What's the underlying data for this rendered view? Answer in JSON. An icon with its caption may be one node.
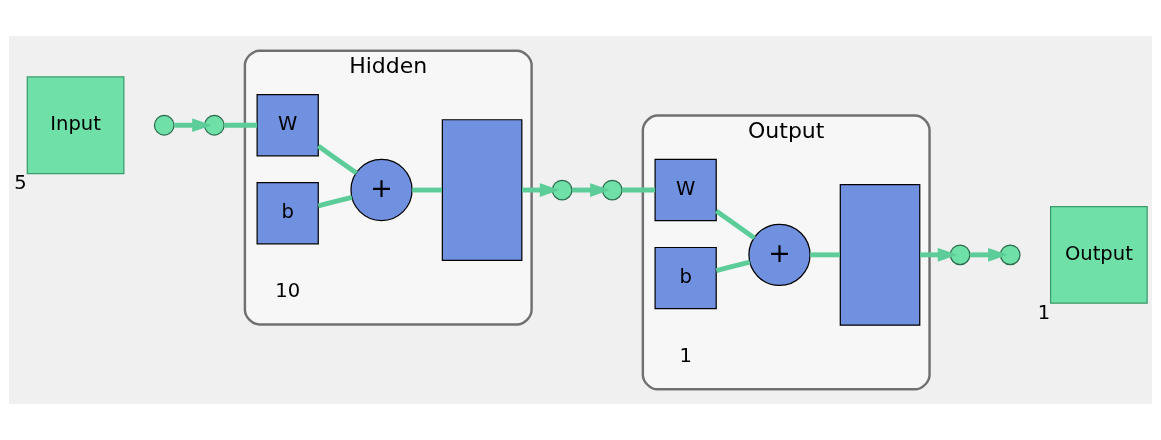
{
  "diagram": {
    "nodes": [
      {
        "text": [
          "Input"
        ],
        "beside": [
          "5"
        ]
      },
      {
        "text": [],
        "shape": "circle"
      },
      {
        "text": [
          "Hidden"
        ],
        "beside": [
          "10"
        ]
      },
      {
        "text": [],
        "shape": "circle"
      },
      {
        "text": [
          "W"
        ],
        "in": 2
      },
      {
        "text": [
          "b"
        ],
        "in": 2
      },
      {
        "text": [
          "+"
        ],
        "in": 2
      },
      {
        "text": [],
        "shape": "box",
        "in": 2
      },
      {
        "text": [],
        "shape": "circle"
      },
      {
        "text": [
          "Output"
        ],
        "beside": [
          "1"
        ]
      },
      {
        "text": [],
        "shape": "circle"
      },
      {
        "text": [
          "W"
        ],
        "in": 9
      },
      {
        "text": [
          "b"
        ],
        "in": 9
      },
      {
        "text": [
          "+"
        ],
        "in": 9
      },
      {
        "text": [],
        "shape": "box",
        "in": 9
      },
      {
        "text": [],
        "shape": "circle"
      },
      {
        "text": [],
        "shape": "circle"
      },
      {
        "text": [
          "Output"
        ],
        "beside": [
          "1"
        ]
      }
    ],
    "edges": [
      {
        "from": 1,
        "to": 3,
        "arrow": "to"
      },
      {
        "from": 3,
        "to": 4,
        "arrow": "none"
      },
      {
        "from": 4,
        "to": 6,
        "arrow": "none"
      },
      {
        "from": 5,
        "to": 6,
        "arrow": "none"
      },
      {
        "from": 6,
        "to": 7,
        "arrow": "none"
      },
      {
        "from": 7,
        "to": 8,
        "arrow": "to"
      },
      {
        "from": 8,
        "to": 10,
        "arrow": "to"
      },
      {
        "from": 10,
        "to": 11,
        "arrow": "none"
      },
      {
        "from": 11,
        "to": 13,
        "arrow": "none"
      },
      {
        "from": 12,
        "to": 13,
        "arrow": "none"
      },
      {
        "from": 13,
        "to": 14,
        "arrow": "none"
      },
      {
        "from": 14,
        "to": 15,
        "arrow": "to"
      },
      {
        "from": 15,
        "to": 16,
        "arrow": "to"
      }
    ]
  }
}
